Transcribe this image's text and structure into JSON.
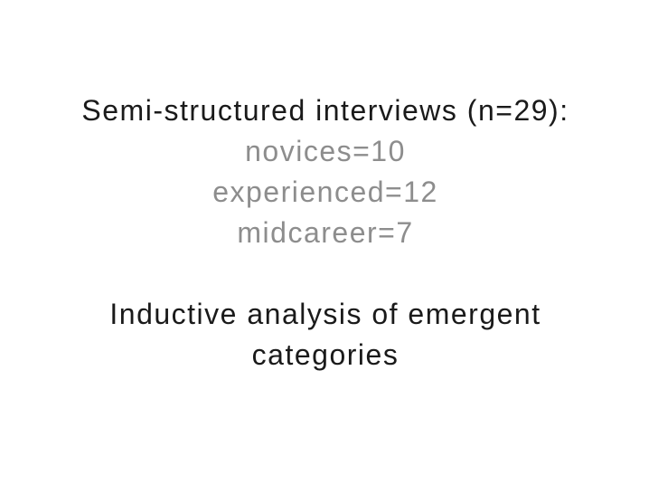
{
  "slide": {
    "heading": "Semi-structured interviews (n=29):",
    "breakdown": [
      "novices=10",
      "experienced=12",
      "midcareer=7"
    ],
    "method": [
      "Inductive analysis of emergent",
      "categories"
    ]
  },
  "colors": {
    "background": "#ffffff",
    "heading_text": "#1a1a1a",
    "muted_text": "#8d8d8d"
  }
}
